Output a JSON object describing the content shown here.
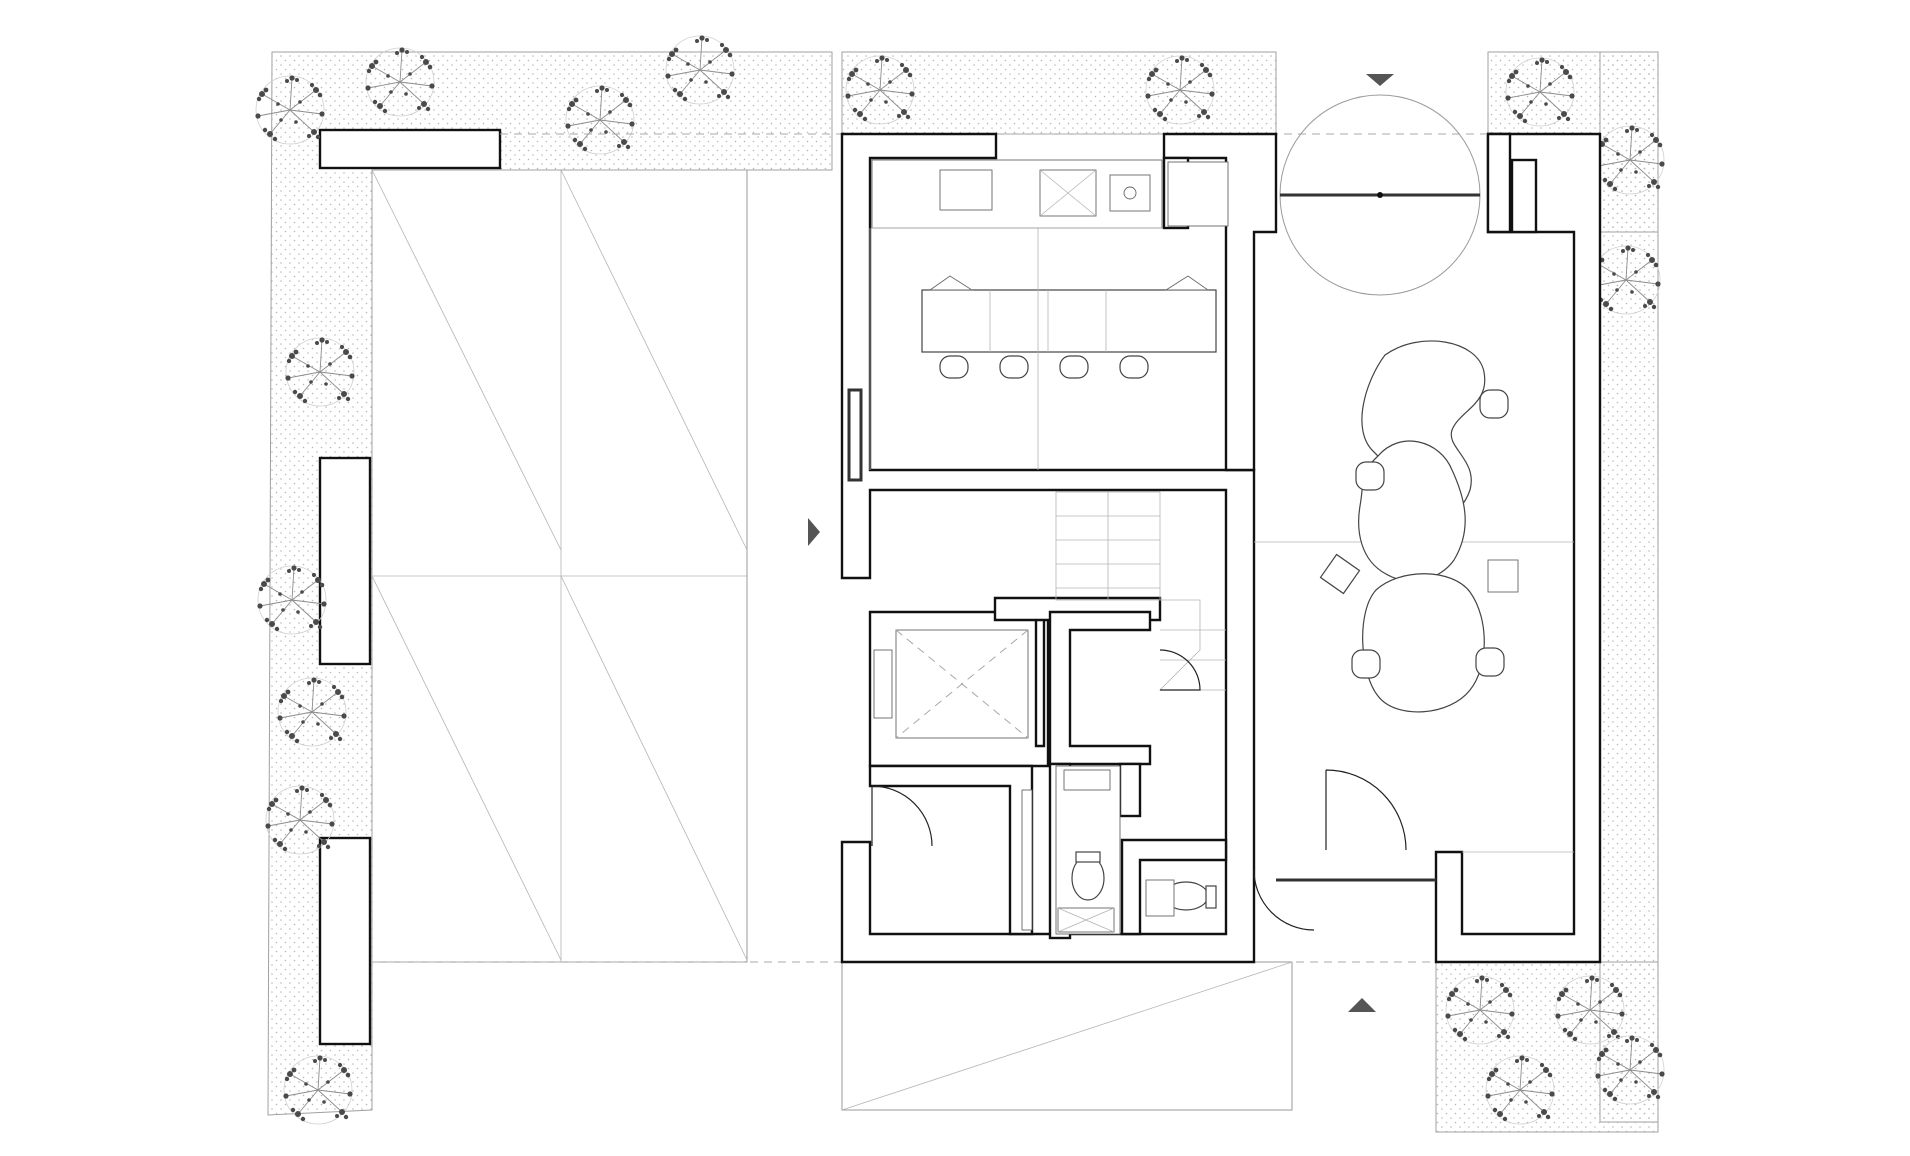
{
  "drawing": {
    "type": "architectural floor plan",
    "colors": {
      "wall": "#111111",
      "linework": "#9a9a9a",
      "planting": "#555555",
      "background": "#ffffff"
    },
    "section_markers": [
      "down-triangle-top",
      "right-triangle-left",
      "up-triangle-bottom"
    ],
    "icons": [
      "tree-icon",
      "toilet-icon",
      "sink-icon",
      "stair-icon",
      "door-swing-icon"
    ]
  }
}
